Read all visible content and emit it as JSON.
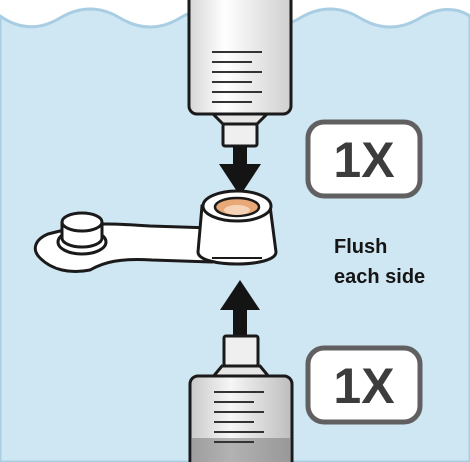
{
  "instruction": {
    "line1": "Flush",
    "line2": "each side"
  },
  "badges": {
    "top": "1X",
    "bottom": "1X"
  },
  "colors": {
    "water": "#cfe6f3",
    "water_edge": "#a9cde3",
    "outline": "#1a1a1a",
    "port_inner": "#e8a877",
    "arrow": "#141414",
    "badge_border": "#606060"
  },
  "icons": {
    "top_syringe": "syringe-icon",
    "bottom_syringe": "syringe-icon",
    "connector": "needleless-connector-icon",
    "down_arrow": "arrow-down-icon",
    "up_arrow": "arrow-up-icon"
  }
}
